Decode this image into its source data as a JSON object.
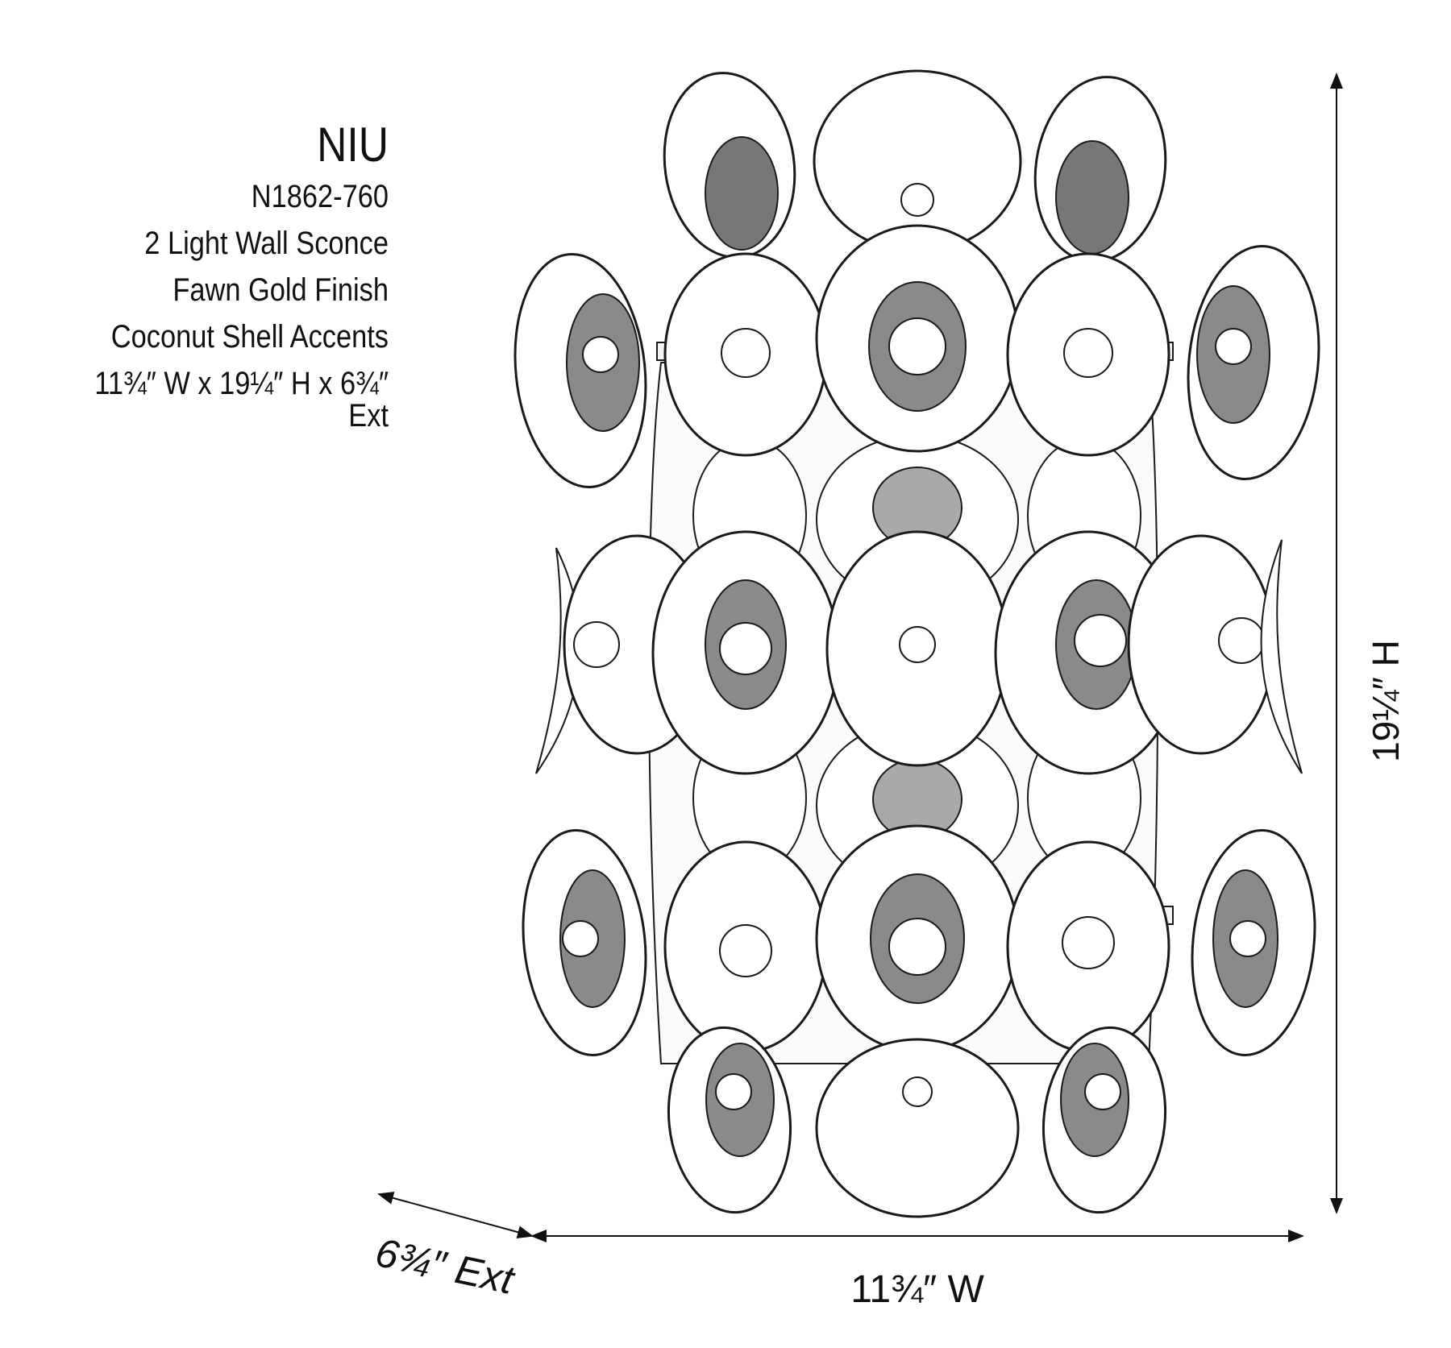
{
  "product": {
    "name": "NIU",
    "model": "N1862-760",
    "type": "2 Light Wall Sconce",
    "finish": "Fawn Gold Finish",
    "accents": "Coconut Shell Accents",
    "dimensions": "11¾″ W x 19¼″ H x 6¾″ Ext"
  },
  "dimension_labels": {
    "width": "11¾″ W",
    "height": "19¼″ H",
    "extension": "6¾″ Ext"
  },
  "colors": {
    "line": "#111111",
    "background": "#ffffff",
    "inner_shade": "#8a8a8a"
  },
  "icons": {
    "fixture": "wall-sconce-drawing"
  }
}
